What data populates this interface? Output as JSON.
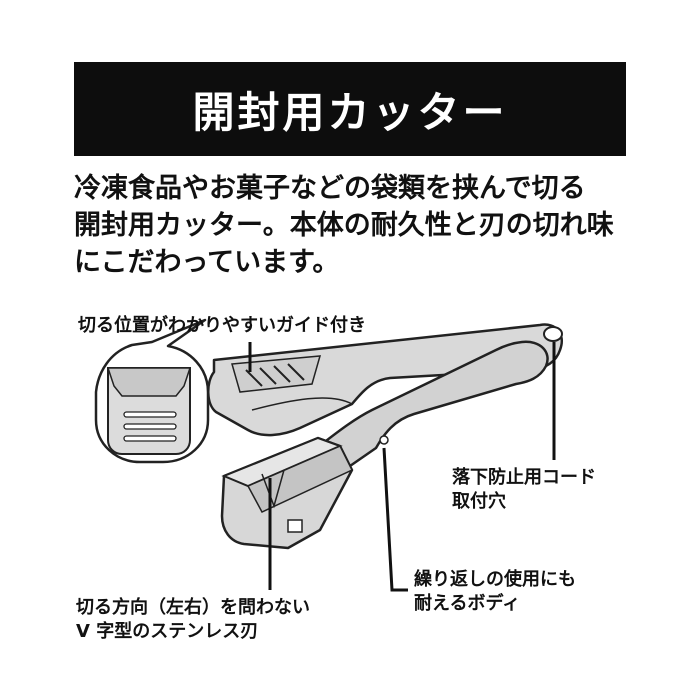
{
  "title": "開封用カッター",
  "description": [
    "冷凍食品やお菓子などの袋類を挟んで切る",
    "開封用カッター。本体の耐久性と刃の切れ味",
    "にこだわっています。"
  ],
  "callouts": {
    "guide": "切る位置がわかりやすいガイド付き",
    "strap_hole": [
      "落下防止用コード",
      "取付穴"
    ],
    "body": [
      "繰り返しの使用にも",
      "耐えるボディ"
    ],
    "blade": [
      "切る方向（左右）を問わない",
      "V 字型のステンレス刃"
    ]
  },
  "colors": {
    "background": "#ffffff",
    "title_bar": "#0d0d0d",
    "title_text": "#ffffff",
    "product_fill": "#d8d8d8",
    "outline": "#222222"
  }
}
